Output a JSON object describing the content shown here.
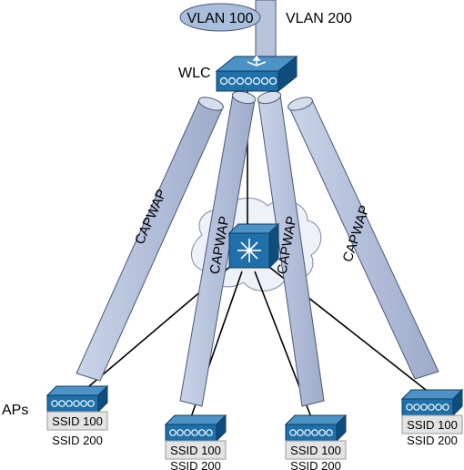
{
  "labels": {
    "vlan100": "VLAN 100",
    "vlan200": "VLAN 200",
    "wlc": "WLC",
    "aps": "APs",
    "capwap": "CAPWAP"
  },
  "access_points": [
    {
      "ssid_a": "SSID 100",
      "ssid_b": "SSID 200"
    },
    {
      "ssid_a": "SSID 100",
      "ssid_b": "SSID 200"
    },
    {
      "ssid_a": "SSID 100",
      "ssid_b": "SSID 200"
    },
    {
      "ssid_a": "SSID 100",
      "ssid_b": "SSID 200"
    }
  ],
  "colors": {
    "tunnel_fill": "#b8c4dc",
    "tunnel_stroke": "#4a5878",
    "device_blue": "#1f6fa8",
    "device_dark": "#0f4d7e",
    "ap_label_bg": "#e3e3e3",
    "vlan_fill": "#a9bedb"
  }
}
